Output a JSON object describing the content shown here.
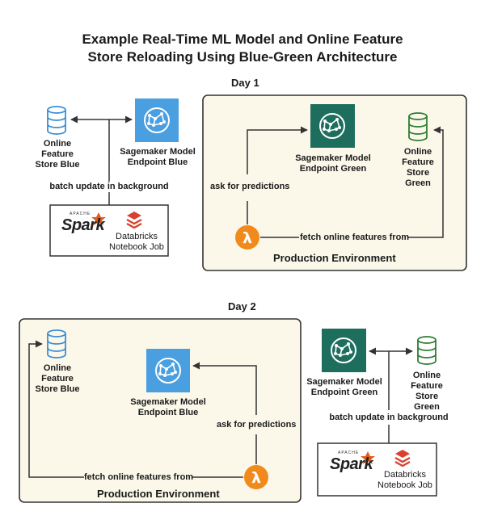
{
  "title_line1": "Example Real-Time ML Model and Online Feature",
  "title_line2": "Store Reloading Using Blue-Green Architecture",
  "day1": {
    "heading": "Day 1",
    "store_blue": [
      "Online",
      "Feature",
      "Store Blue"
    ],
    "model_blue": [
      "Sagemaker Model",
      "Endpoint Blue"
    ],
    "batch_label": "batch update in background",
    "spark_text": "Spark",
    "apache_text": "APACHE",
    "databricks": [
      "Databricks",
      "Notebook Job"
    ],
    "ask_label": "ask for predictions",
    "model_green": [
      "Sagemaker Model",
      "Endpoint Green"
    ],
    "store_green": [
      "Online",
      "Feature",
      "Store",
      "Green"
    ],
    "fetch_label": "fetch online features from",
    "env_label": "Production Environment"
  },
  "day2": {
    "heading": "Day 2",
    "store_blue": [
      "Online",
      "Feature",
      "Store Blue"
    ],
    "model_blue": [
      "Sagemaker Model",
      "Endpoint Blue"
    ],
    "ask_label": "ask for predictions",
    "fetch_label": "fetch online features from",
    "env_label": "Production Environment",
    "model_green": [
      "Sagemaker Model",
      "Endpoint Green"
    ],
    "store_green": [
      "Online",
      "Feature",
      "Store",
      "Green"
    ],
    "batch_label": "batch update in background",
    "spark_text": "Spark",
    "apache_text": "APACHE",
    "databricks": [
      "Databricks",
      "Notebook Job"
    ]
  },
  "colors": {
    "env_bg": "#fbf8ea",
    "blue_tile": "#4a9fe0",
    "green_tile": "#1e6e5e",
    "lambda": "#f18a1b",
    "db_blue": "#3a8fd6",
    "db_green": "#2e7d32",
    "databricks": "#d9412f",
    "spark_star": "#e25a1c"
  }
}
